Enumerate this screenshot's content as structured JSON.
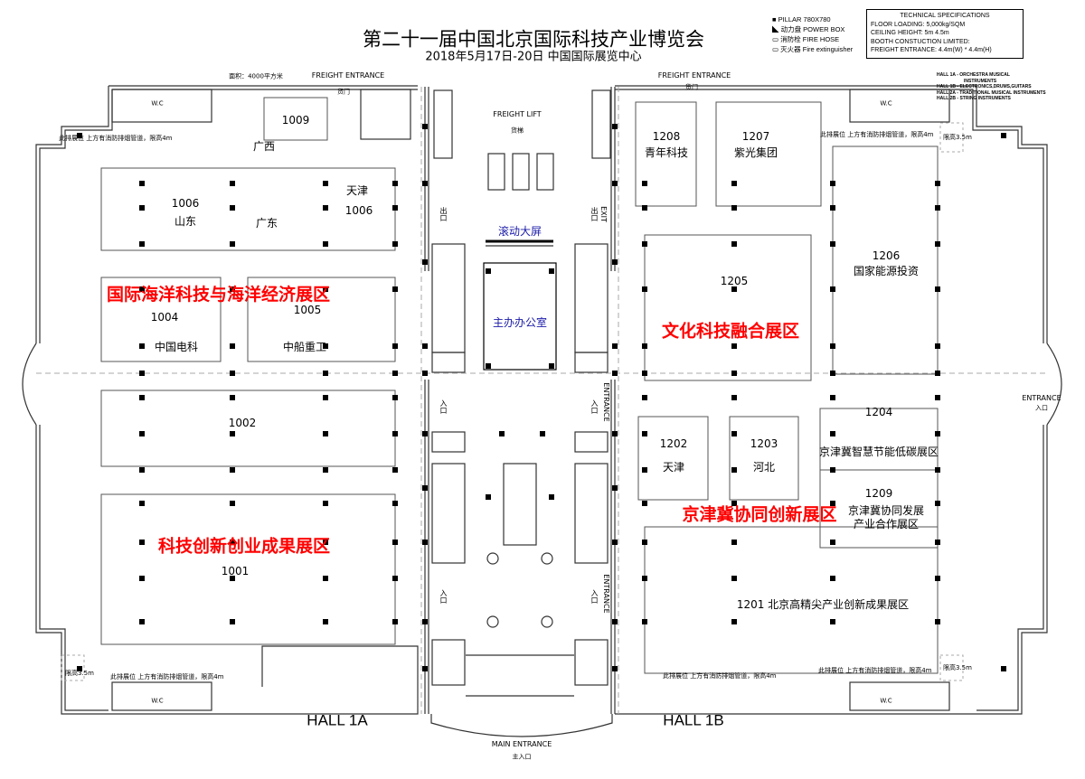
{
  "header": {
    "title": "第二十一届中国北京国际科技产业博览会",
    "subtitle": "2018年5月17日-20日  中国国际展览中心"
  },
  "legend": {
    "pillar": "PILLAR  780X780",
    "power_box": "动力盘  POWER BOX",
    "fire_hose": "消防栓  FIRE HOSE",
    "fire_extinguisher": "灭火器  Fire  extinguisher"
  },
  "specs": {
    "title": "TECHNICAL  SPECIFICATIONS",
    "floor_loading": "FLOOR  LOADING:        5,000kg/SQM",
    "ceiling_height": "CEILING  HEIGHT:      5m     4.5m",
    "booth_construction": "BOOTH  CONSTUCTION  LIMITED:",
    "freight_entrance": "FREIGHT  ENTRANCE:   4.4m(W)  *  4.4m(H)"
  },
  "hall_list": [
    "HALL 1A - ORCHESTRA MUSICAL",
    "INSTRUMENTS",
    "HALL 1B - ELECTRONICS,DRUMS,GUITARS",
    "HALL 2A - TRADITIONAL MUSICAL INSTRUMENTS",
    "HALL 2B - STRING INSTRUMENTS"
  ],
  "notes": {
    "area": "面积：4000平方米",
    "freight_entrance": "FREIGHT ENTRANCE",
    "freight_door": "货门",
    "wc": "W.C",
    "pipe_note": "此排展位  上方有消防排烟管道，限高4m",
    "height_limit": "限高3.5m",
    "freight_lift": "FREIGHT LIFT",
    "freight_lift_cn": "货梯",
    "exit_cn": "出口",
    "exit": "EXIT",
    "entrance_cn": "入口",
    "entrance": "ENTRANCE",
    "main_entrance": "MAIN ENTRANCE",
    "main_entrance_cn": "主入口",
    "scrolling_screen": "滚动大屏",
    "organizer_office": "主办办公室"
  },
  "halls": {
    "hall_1a": "HALL 1A",
    "hall_1b": "HALL 1B"
  },
  "zones": {
    "marine": "国际海洋科技与海洋经济展区",
    "innovation": "科技创新创业成果展区",
    "culture": "文化科技融合展区",
    "jjj": "京津冀协同创新展区"
  },
  "booths": {
    "b1009": "1009",
    "b1006": "1006",
    "b1006_guangxi": "广西",
    "b1006_shandong": "山东",
    "b1006_guangdong": "广东",
    "b1006_tianjin": "天津",
    "b1004": "1004",
    "b1004_name": "中国电科",
    "b1005": "1005",
    "b1005_name": "中船重工",
    "b1002": "1002",
    "b1001": "1001",
    "b1208": "1208",
    "b1208_name": "青年科技",
    "b1207": "1207",
    "b1207_name": "紫光集团",
    "b1206": "1206",
    "b1206_name": "国家能源投资",
    "b1205": "1205",
    "b1202": "1202",
    "b1202_name": "天津",
    "b1203": "1203",
    "b1203_name": "河北",
    "b1204": "1204",
    "b1204_name": "京津冀智慧节能低碳展区",
    "b1209": "1209",
    "b1209_name1": "京津冀协同发展",
    "b1209_name2": "产业合作展区",
    "b1201": "1201 北京高精尖产业创新成果展区"
  },
  "colors": {
    "zone_red": "#ff0000",
    "label_blue": "#1a1aa8"
  }
}
